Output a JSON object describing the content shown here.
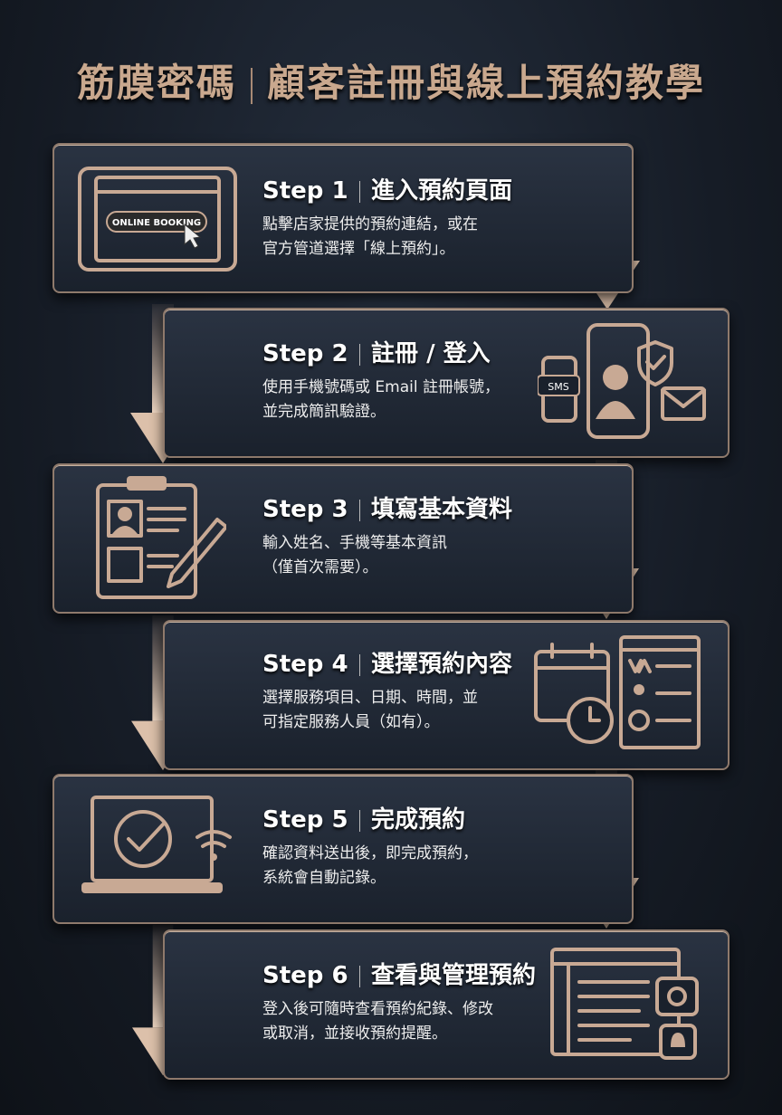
{
  "title": {
    "brand": "筋膜密碼",
    "main": "顧客註冊與線上預約教學"
  },
  "steps": [
    {
      "step": "Step 1",
      "heading": "進入預約頁面",
      "desc1": "點擊店家提供的預約連結，或在",
      "desc2": "官方管道選擇「線上預約」。",
      "icon": "browser-booking-icon",
      "icon_label": "ONLINE BOOKING"
    },
    {
      "step": "Step 2",
      "heading": "註冊 / 登入",
      "desc1": "使用手機號碼或 Email 註冊帳號，",
      "desc2": "並完成簡訊驗證。",
      "icon": "phone-sms-shield-icon",
      "icon_label": "SMS"
    },
    {
      "step": "Step 3",
      "heading": "填寫基本資料",
      "desc1": "輸入姓名、手機等基本資訊",
      "desc2": "（僅首次需要）。",
      "icon": "clipboard-form-icon"
    },
    {
      "step": "Step 4",
      "heading": "選擇預約內容",
      "desc1": "選擇服務項目、日期、時間，並",
      "desc2": "可指定服務人員（如有）。",
      "icon": "calendar-service-icon"
    },
    {
      "step": "Step 5",
      "heading": "完成預約",
      "desc1": "確認資料送出後，即完成預約，",
      "desc2": "系統會自動記錄。",
      "icon": "laptop-check-icon"
    },
    {
      "step": "Step 6",
      "heading": "查看與管理預約",
      "desc1": "登入後可隨時查看預約紀錄、修改",
      "desc2": "或取消，並接收預約提醒。",
      "icon": "dashboard-settings-icon"
    }
  ],
  "colors": {
    "accent": "#c8a994",
    "background": "#1a212c"
  }
}
